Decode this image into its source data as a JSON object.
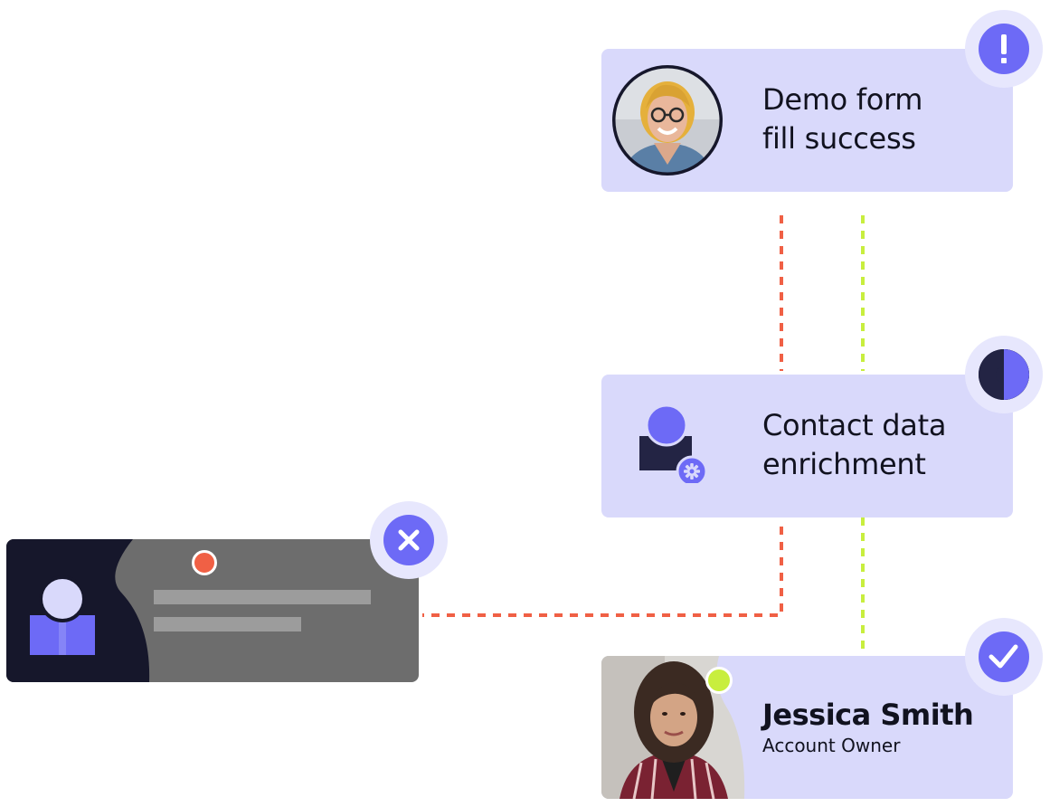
{
  "cards": {
    "demo_form": {
      "title": "Demo form\nfill success"
    },
    "enrichment": {
      "title": "Contact data\nenrichment"
    },
    "owner": {
      "name": "Jessica Smith",
      "role": "Account Owner"
    }
  },
  "colors": {
    "card_bg": "#d9d9fb",
    "accent": "#6d6af6",
    "badge_ring": "#e7e7fd",
    "failed_path": "#f06045",
    "success_path": "#c8ee3e",
    "dark": "#16172b",
    "grey": "#6d6d6d"
  },
  "icons": {
    "demo_badge": "exclamation-icon",
    "enrichment_badge": "progress-icon",
    "failed_badge": "close-icon",
    "owner_badge": "check-icon"
  }
}
